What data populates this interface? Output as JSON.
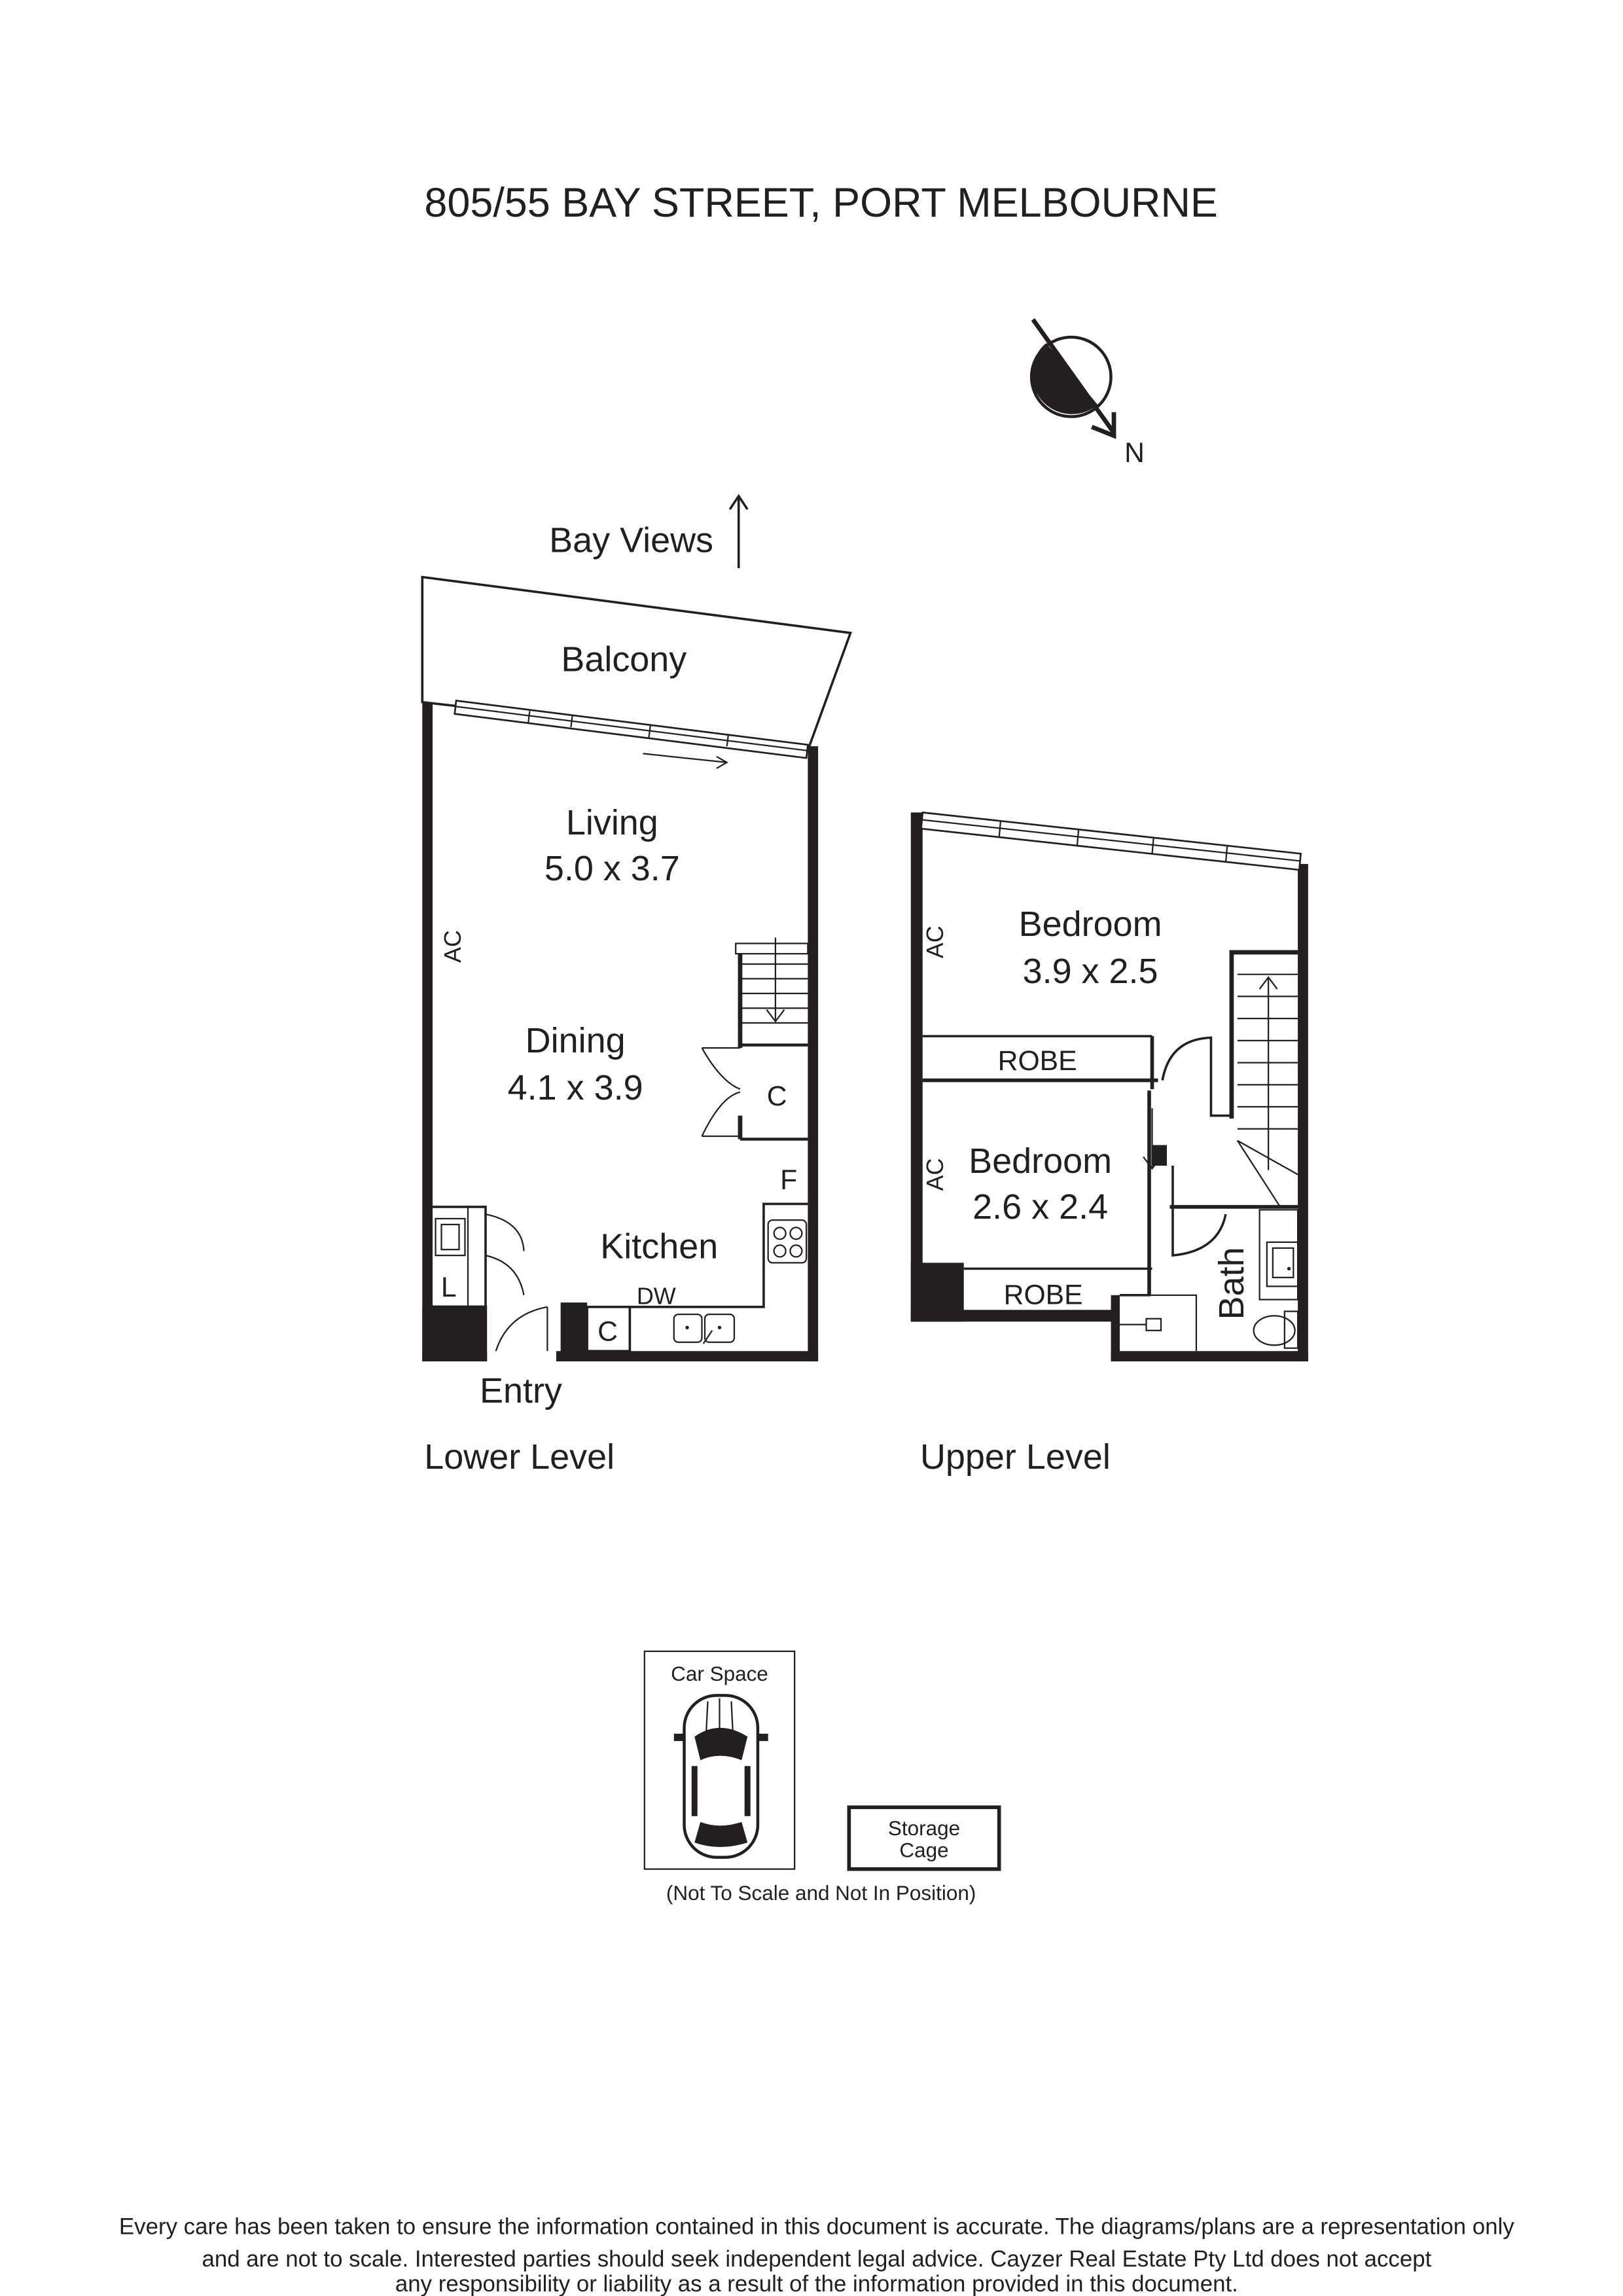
{
  "title": "805/55 BAY STREET, PORT MELBOURNE",
  "compass": {
    "label": "N",
    "icon": "north-arrow-icon"
  },
  "views_label": "Bay Views",
  "lower_level": {
    "label": "Lower Level",
    "balcony": "Balcony",
    "living": {
      "name": "Living",
      "size": "5.0 x 3.7"
    },
    "dining": {
      "name": "Dining",
      "size": "4.1 x 3.9"
    },
    "kitchen": "Kitchen",
    "entry": "Entry",
    "ac": "AC",
    "closet": "C",
    "closet2": "C",
    "fridge": "F",
    "dishwasher": "DW",
    "laundry": "L"
  },
  "upper_level": {
    "label": "Upper Level",
    "bedroom1": {
      "name": "Bedroom",
      "size": "3.9 x 2.5"
    },
    "bedroom2": {
      "name": "Bedroom",
      "size": "2.6 x 2.4"
    },
    "robe1": "ROBE",
    "robe2": "ROBE",
    "ac1": "AC",
    "ac2": "AC",
    "bath": "Bath"
  },
  "car_space": "Car Space",
  "storage": {
    "line1": "Storage",
    "line2": "Cage"
  },
  "scale_note": "(Not To Scale and Not In Position)",
  "disclaimer": [
    "Every care has been taken to ensure the information contained in this document is accurate. The diagrams/plans are a representation only",
    "and are not to scale. Interested parties should seek independent legal advice. Cayzer Real Estate Pty Ltd does not accept",
    "any responsibility or liability as a result of the information provided in this document."
  ]
}
